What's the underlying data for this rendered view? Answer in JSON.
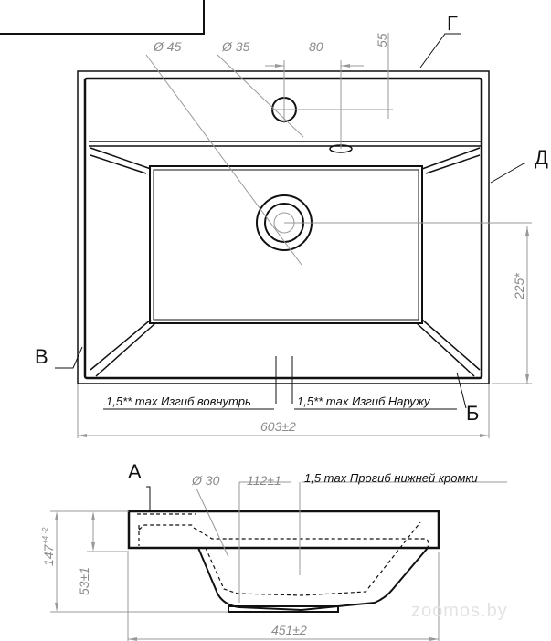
{
  "top_view": {
    "dim_hole_large": "Ø 45",
    "dim_hole_small": "Ø 35",
    "dim_offset": "80",
    "dim_depth_top": "55",
    "dim_225": "225*",
    "dim_width": "603±2",
    "note_inward": "1,5** max Изгиб вовнутрь",
    "note_outward": "1,5** max Изгиб Наружу",
    "label_g": "Г",
    "label_d": "Д",
    "label_v": "В",
    "label_b": "Б"
  },
  "side_view": {
    "label_a": "А",
    "dim_drain": "Ø 30",
    "dim_112": "112±1",
    "note_deflection": "1,5 max Прогиб нижней кромки",
    "dim_height": "147",
    "dim_height_tol": "+4 -2",
    "dim_53": "53±1",
    "dim_depth": "451±2"
  },
  "watermark": "zoomos.by"
}
